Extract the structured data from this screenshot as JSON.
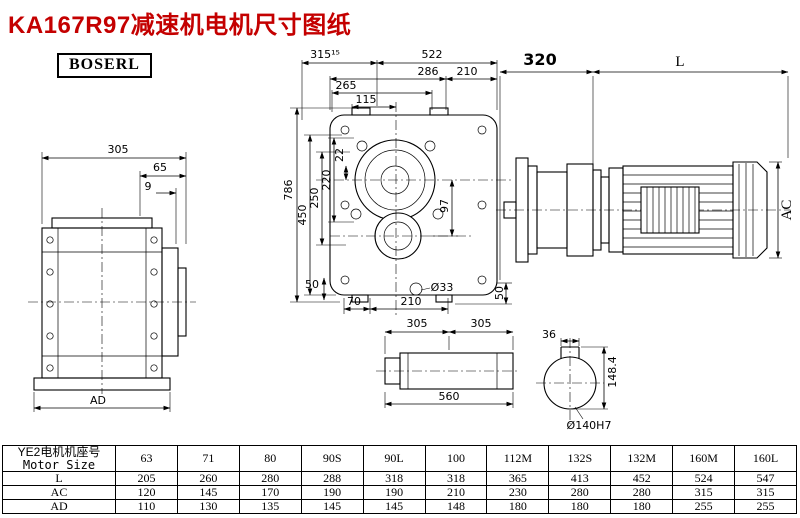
{
  "title": "KA167R97减速机电机尺寸图纸",
  "brand": "BOSERL",
  "colors": {
    "title": "#c40000",
    "line": "#000000",
    "background": "#ffffff"
  },
  "dims": {
    "left": {
      "d305": "305",
      "d65": "65",
      "d9": "9",
      "ad": "AD"
    },
    "front": {
      "t315": "315¹⁵",
      "t522": "522",
      "t286": "286",
      "t210": "210",
      "t265": "265",
      "t115": "115",
      "v786": "786",
      "v450": "450",
      "v250": "250",
      "v220": "220",
      "v22": "22",
      "v97": "97",
      "b50l": "50",
      "b70": "70",
      "b210": "210",
      "b33": "Ø33",
      "b50r": "50"
    },
    "motor": {
      "d320": "320",
      "dl": "L",
      "dac": "AC"
    },
    "shaft": {
      "d305a": "305",
      "d305b": "305",
      "d560": "560"
    },
    "section": {
      "d36": "36",
      "d148": "148.4",
      "d140": "Ø140H7"
    }
  },
  "table": {
    "header_cn": "YE2电机机座号",
    "header_en": "Motor Size",
    "columns": [
      "63",
      "71",
      "80",
      "90S",
      "90L",
      "100",
      "112M",
      "132S",
      "132M",
      "160M",
      "160L"
    ],
    "rows": [
      {
        "label": "L",
        "values": [
          "205",
          "260",
          "280",
          "288",
          "318",
          "318",
          "365",
          "413",
          "452",
          "524",
          "547"
        ]
      },
      {
        "label": "AC",
        "values": [
          "120",
          "145",
          "170",
          "190",
          "190",
          "210",
          "230",
          "280",
          "280",
          "315",
          "315"
        ]
      },
      {
        "label": "AD",
        "values": [
          "110",
          "130",
          "135",
          "145",
          "145",
          "148",
          "180",
          "180",
          "180",
          "255",
          "255"
        ]
      }
    ]
  }
}
